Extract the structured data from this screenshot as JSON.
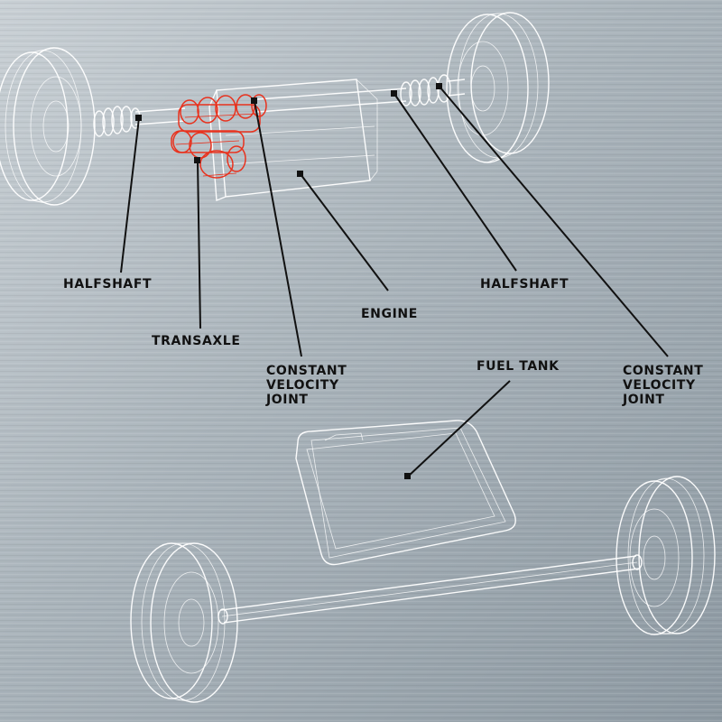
{
  "colors": {
    "background_light": "#c6cdd2",
    "background_dark": "#8c98a1",
    "wireframe": "#ffffff",
    "highlight": "#e8321e",
    "label": "#111111"
  },
  "labels": {
    "halfshaft_left": "HALFSHAFT",
    "transaxle": "TRANSAXLE",
    "cv_joint_left": [
      "CONSTANT",
      "VELOCITY",
      "JOINT"
    ],
    "engine": "ENGINE",
    "halfshaft_right": "HALFSHAFT",
    "cv_joint_right": [
      "CONSTANT",
      "VELOCITY",
      "JOINT"
    ],
    "fuel_tank": "FUEL TANK"
  }
}
